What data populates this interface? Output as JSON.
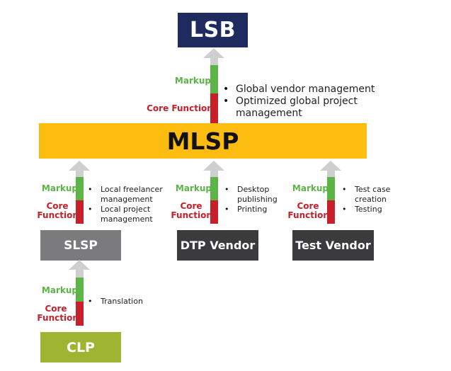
{
  "diagram": {
    "nodes": {
      "lsb": {
        "label": "LSB",
        "color": "#1f2a5e"
      },
      "mlsp": {
        "label": "MLSP",
        "color": "#fdbd10"
      },
      "slsp": {
        "label": "SLSP",
        "color": "#7b7b7d"
      },
      "dtp": {
        "label": "DTP Vendor",
        "color": "#3b3b3d"
      },
      "test": {
        "label": "Test Vendor",
        "color": "#3b3b3d"
      },
      "clp": {
        "label": "CLP",
        "color": "#a0b434"
      }
    },
    "legend": {
      "markup": "Markup",
      "core_functions": "Core Functions",
      "core": "Core",
      "functions": "Functions",
      "markup_color": "#5cb446",
      "core_color": "#c8202b",
      "arrow_color": "#cfcfd1"
    },
    "links": [
      {
        "from": "mlsp",
        "to": "lsb",
        "bullets": [
          "Global vendor management",
          "Optimized global project management"
        ]
      },
      {
        "from": "slsp",
        "to": "mlsp",
        "bullets": [
          "Local freelancer management",
          "Local project management"
        ]
      },
      {
        "from": "dtp",
        "to": "mlsp",
        "bullets": [
          "Desktop publishing",
          "Printing"
        ]
      },
      {
        "from": "test",
        "to": "mlsp",
        "bullets": [
          "Test case creation",
          "Testing"
        ]
      },
      {
        "from": "clp",
        "to": "slsp",
        "bullets": [
          "Translation"
        ]
      }
    ]
  }
}
